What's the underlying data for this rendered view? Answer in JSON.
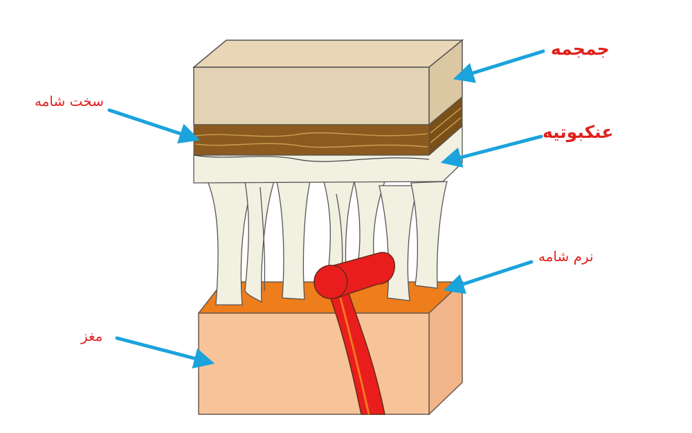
{
  "labels": {
    "skull": "جمجمه",
    "dura": "سخت شامه",
    "arachnoid": "عنکبوتیه",
    "pia": "نرم شامه",
    "brain": "مغز"
  },
  "colors": {
    "label_text": "#e0211c",
    "arrow": "#1ba3dc",
    "bone": "#e3d2b3",
    "dura": "#8a5a1e",
    "arachnoid": "#f1f0e1",
    "pia": "#ee7d1c",
    "brain": "#f7c49a",
    "vessel": "#ea1d1d"
  }
}
